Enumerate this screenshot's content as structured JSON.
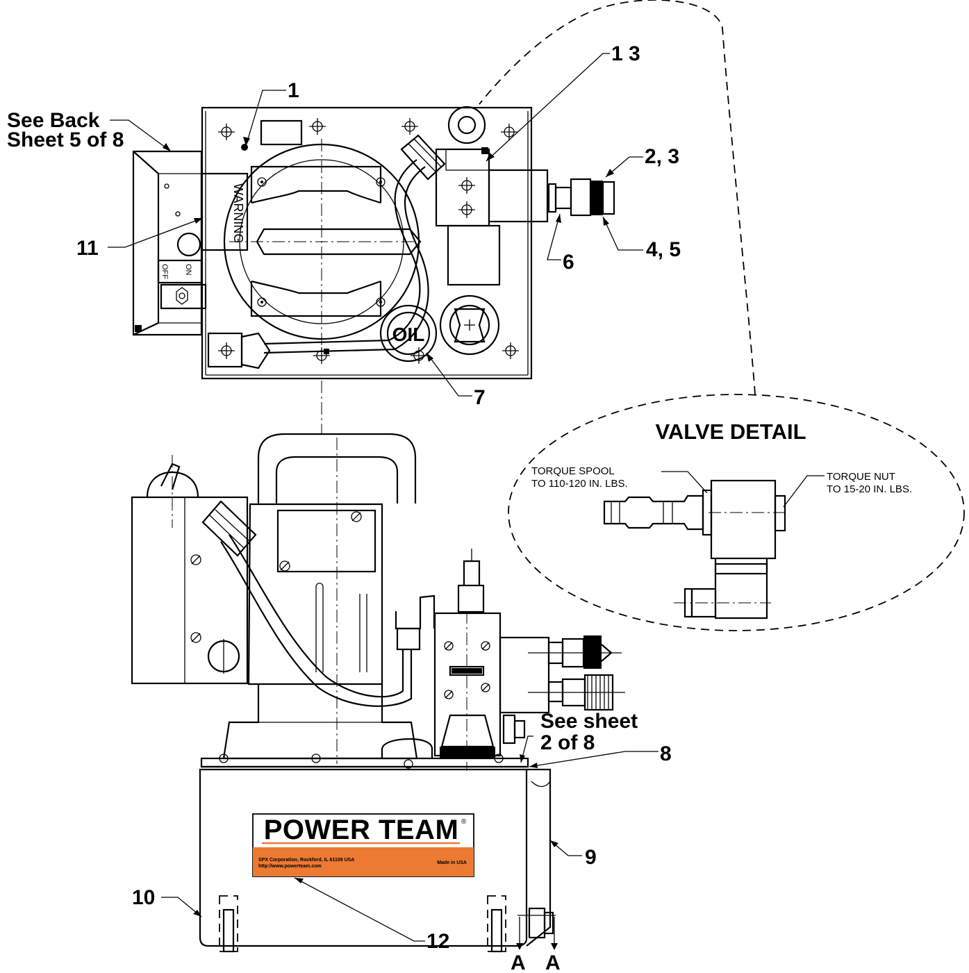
{
  "callouts": {
    "c1": "1",
    "c13": "1 3",
    "c23": "2, 3",
    "c45": "4, 5",
    "c6": "6",
    "c7": "7",
    "c8": "8",
    "c9": "9",
    "c10": "10",
    "c11": "11",
    "c12": "12",
    "see_back_1": "See Back",
    "see_back_2": "Sheet 5 of 8",
    "see_sheet_1": "See sheet",
    "see_sheet_2": "2 of 8",
    "section_a_left": "A",
    "section_a_right": "A"
  },
  "labels": {
    "warning": "WARNING",
    "off": "OFF",
    "on": "ON",
    "oil": "OIL"
  },
  "valve_detail": {
    "title": "VALVE DETAIL",
    "torque_spool_1": "TORQUE SPOOL",
    "torque_spool_2": "TO 110-120 IN. LBS.",
    "torque_nut_1": "TORQUE NUT",
    "torque_nut_2": "TO 15-20 IN. LBS."
  },
  "nameplate": {
    "brand": "POWER TEAM",
    "registered": "®",
    "address_1": "SPX Corporation, Rockford, IL 61109  USA",
    "address_2": "http://www.powerteam.com",
    "made_in": "Made in USA",
    "brand_color": "#ed7a33"
  }
}
